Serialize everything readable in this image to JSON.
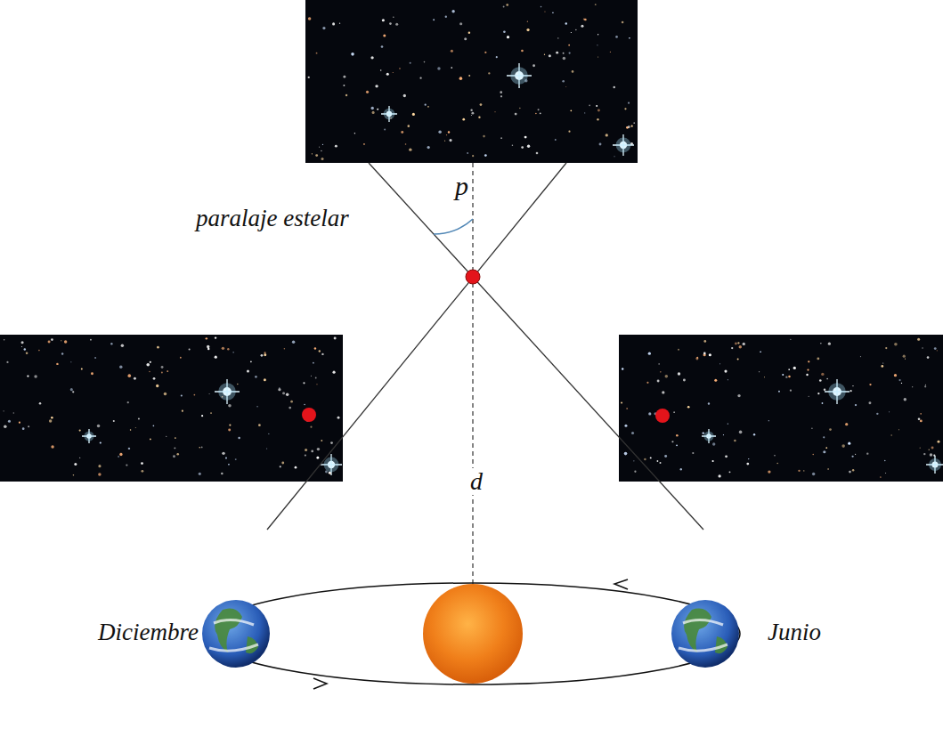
{
  "diagram": {
    "labels": [
      "p",
      "paralaje estelar",
      "d",
      "Diciembre",
      "Junio"
    ]
  }
}
